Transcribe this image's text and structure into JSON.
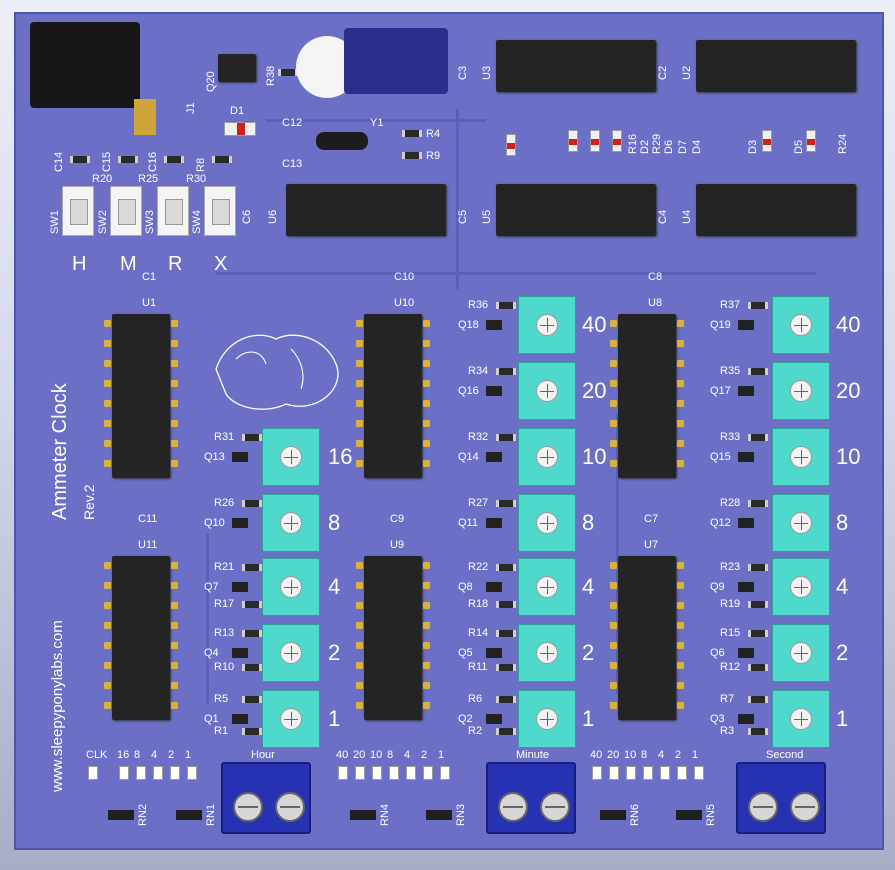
{
  "board": {
    "title": "Ammeter Clock",
    "revision": "Rev.2",
    "website": "www.sleepyponylabs.com"
  },
  "buttons": [
    {
      "ref": "SW1",
      "label": "H"
    },
    {
      "ref": "SW2",
      "label": "M"
    },
    {
      "ref": "SW3",
      "label": "R"
    },
    {
      "ref": "SW4",
      "label": "X"
    }
  ],
  "refs_top": {
    "j1": "J1",
    "q20": "Q20",
    "r38": "R38",
    "d1": "D1",
    "c12": "C12",
    "c13": "C13",
    "y1": "Y1",
    "r4": "R4",
    "r9": "R9",
    "c14": "C14",
    "c15": "C15",
    "c16": "C16",
    "r8": "R8",
    "r20": "R20",
    "r25": "R25",
    "r30": "R30",
    "c6": "C6",
    "u6": "U6",
    "c3": "C3",
    "u3": "U3",
    "c2": "C2",
    "u2": "U2",
    "c5": "C5",
    "u5": "U5",
    "c4": "C4",
    "u4": "U4",
    "r16": "R16",
    "d2": "D2",
    "r29": "R29",
    "d6": "D6",
    "d7": "D7",
    "d4": "D4",
    "d3": "D3",
    "d5": "D5",
    "r24": "R24"
  },
  "columns": {
    "hour": {
      "ic_top": {
        "cap": "C1",
        "ref": "U1"
      },
      "ic_bottom": {
        "cap": "C11",
        "ref": "U11"
      },
      "pots": [
        {
          "value": "16",
          "q": "Q13",
          "r": "R31"
        },
        {
          "value": "8",
          "q": "Q10",
          "r": "R26"
        },
        {
          "value": "4",
          "q": "Q7",
          "r": "R21"
        },
        {
          "value": "2",
          "q": "Q4",
          "r": "R13"
        },
        {
          "value": "1",
          "q": "Q1",
          "r": "R5"
        }
      ],
      "extra_r": [
        "R17",
        "R10",
        "R1"
      ],
      "terminal_label": "Hour",
      "leds": [
        "CLK",
        "16",
        "8",
        "4",
        "2",
        "1"
      ],
      "rpacks": [
        "RN2",
        "RN1"
      ]
    },
    "minute": {
      "ic_top": {
        "cap": "C10",
        "ref": "U10"
      },
      "ic_bottom": {
        "cap": "C9",
        "ref": "U9"
      },
      "pots": [
        {
          "value": "40",
          "q": "Q18",
          "r": "R36"
        },
        {
          "value": "20",
          "q": "Q16",
          "r": "R34"
        },
        {
          "value": "10",
          "q": "Q14",
          "r": "R32"
        },
        {
          "value": "8",
          "q": "Q11",
          "r": "R27"
        },
        {
          "value": "4",
          "q": "Q8",
          "r": "R22"
        },
        {
          "value": "2",
          "q": "Q5",
          "r": "R14"
        },
        {
          "value": "1",
          "q": "Q2",
          "r": "R6"
        }
      ],
      "extra_r": [
        "R18",
        "R11",
        "R2"
      ],
      "terminal_label": "Minute",
      "leds": [
        "40",
        "20",
        "10",
        "8",
        "4",
        "2",
        "1"
      ],
      "rpacks": [
        "RN4",
        "RN3"
      ]
    },
    "second": {
      "ic_top": {
        "cap": "C8",
        "ref": "U8"
      },
      "ic_bottom": {
        "cap": "C7",
        "ref": "U7"
      },
      "pots": [
        {
          "value": "40",
          "q": "Q19",
          "r": "R37"
        },
        {
          "value": "20",
          "q": "Q17",
          "r": "R35"
        },
        {
          "value": "10",
          "q": "Q15",
          "r": "R33"
        },
        {
          "value": "8",
          "q": "Q12",
          "r": "R28"
        },
        {
          "value": "4",
          "q": "Q9",
          "r": "R23"
        },
        {
          "value": "2",
          "q": "Q6",
          "r": "R15"
        },
        {
          "value": "1",
          "q": "Q3",
          "r": "R7"
        }
      ],
      "extra_r": [
        "R19",
        "R12",
        "R3"
      ],
      "terminal_label": "Second",
      "leds": [
        "40",
        "20",
        "10",
        "8",
        "4",
        "2",
        "1"
      ],
      "rpacks": [
        "RN6",
        "RN5"
      ]
    }
  },
  "colors": {
    "pcb": "#6b70c6",
    "silkscreen": "#ffffff",
    "trimmer": "#4fd8cc",
    "terminal": "#2632b2",
    "chip": "#242424"
  }
}
